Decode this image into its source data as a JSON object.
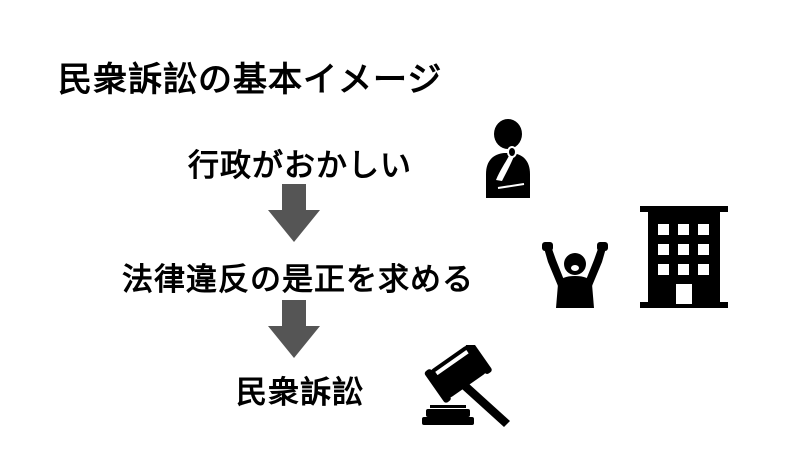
{
  "title": "民衆訴訟の基本イメージ",
  "steps": [
    "行政がおかしい",
    "法律違反の是正を求める",
    "民衆訴訟"
  ],
  "icons": {
    "thinking": "thinking-person-icon",
    "protest": "protesting-person-icon",
    "building": "government-building-icon",
    "gavel": "gavel-icon",
    "arrow": "down-arrow-icon"
  },
  "colors": {
    "text": "#000000",
    "arrow": "#555555",
    "background": "#ffffff"
  }
}
